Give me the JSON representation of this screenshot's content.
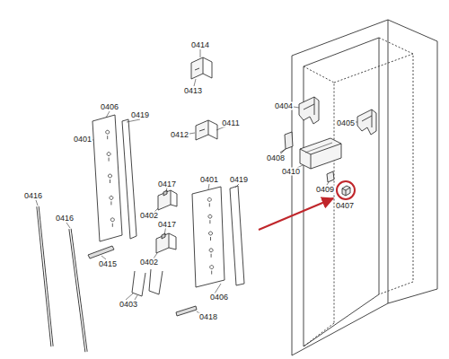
{
  "diagram": {
    "labels": [
      "0414",
      "0413",
      "0406",
      "0419",
      "0411",
      "0412",
      "0404",
      "0405",
      "0401",
      "0408",
      "0410",
      "0417",
      "0401",
      "0419",
      "0409",
      "0407",
      "0416",
      "0416",
      "0402",
      "0417",
      "0415",
      "0402",
      "0403",
      "0406",
      "0418"
    ]
  }
}
